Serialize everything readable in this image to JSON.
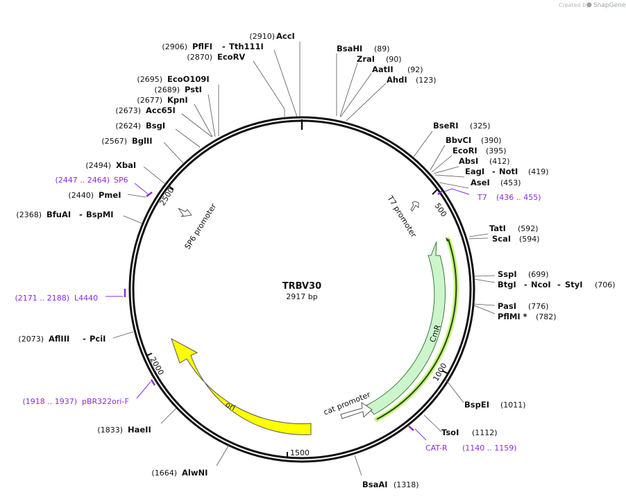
{
  "watermark": {
    "prefix": "Created by",
    "brand": "SnapGene"
  },
  "plasmid": {
    "name": "TRBV30",
    "length_label": "2917 bp"
  },
  "ticks": [
    "500",
    "1000",
    "1500",
    "2000",
    "2500"
  ],
  "features": {
    "t7_promoter": "T7 promoter",
    "sp6_promoter": "SP6 promoter",
    "cmr": "CmR",
    "cat_promoter": "cat promoter",
    "ori": "ori"
  },
  "enzymes_left": [
    {
      "pos": "(2910)",
      "name": "AccI"
    },
    {
      "pos": "(2906)",
      "name": "PflFI",
      "name2": "Tth111I"
    },
    {
      "pos": "(2870)",
      "name": "EcoRV"
    },
    {
      "pos": "(2695)",
      "name": "EcoO109I"
    },
    {
      "pos": "(2689)",
      "name": "PstI"
    },
    {
      "pos": "(2677)",
      "name": "KpnI"
    },
    {
      "pos": "(2673)",
      "name": "Acc65I"
    },
    {
      "pos": "(2624)",
      "name": "BsgI"
    },
    {
      "pos": "(2567)",
      "name": "BglII"
    },
    {
      "pos": "(2494)",
      "name": "XbaI"
    },
    {
      "pos": "(2440)",
      "name": "PmeI"
    },
    {
      "pos": "(2368)",
      "name": "BfuAI",
      "name2": "BspMI"
    },
    {
      "pos": "(2073)",
      "name": "AflIII",
      "name2": "PciI"
    },
    {
      "pos": "(1833)",
      "name": "HaeII"
    },
    {
      "pos": "(1664)",
      "name": "AlwNI"
    }
  ],
  "enzymes_right": [
    {
      "name": "BsaHI",
      "pos": "(89)"
    },
    {
      "name": "ZraI",
      "pos": "(90)"
    },
    {
      "name": "AatII",
      "pos": "(92)"
    },
    {
      "name": "AhdI",
      "pos": "(123)"
    },
    {
      "name": "BseRI",
      "pos": "(325)"
    },
    {
      "name": "BbvCI",
      "pos": "(390)"
    },
    {
      "name": "EcoRI",
      "pos": "(395)"
    },
    {
      "name": "AbsI",
      "pos": "(412)"
    },
    {
      "name": "EagI",
      "name2": "NotI",
      "pos": "(419)"
    },
    {
      "name": "AseI",
      "pos": "(453)"
    },
    {
      "name": "TatI",
      "pos": "(592)"
    },
    {
      "name": "ScaI",
      "pos": "(594)"
    },
    {
      "name": "SspI",
      "pos": "(699)"
    },
    {
      "name": "BtgI",
      "name2": "NcoI",
      "name3": "StyI",
      "pos": "(706)"
    },
    {
      "name": "PasI",
      "pos": "(776)"
    },
    {
      "name": "PflMI *",
      "pos": "(782)"
    },
    {
      "name": "BspEI",
      "pos": "(1011)"
    },
    {
      "name": "TsoI",
      "pos": "(1112)"
    },
    {
      "name": "BsaAI",
      "pos": "(1318)"
    }
  ],
  "primers": {
    "t7": {
      "name": "T7",
      "range": "(436 .. 455)"
    },
    "sp6": {
      "name": "SP6",
      "range": "(2447 .. 2464)"
    },
    "l4440": {
      "name": "L4440",
      "range": "(2171 .. 2188)"
    },
    "pbr": {
      "name": "pBR322ori-F",
      "range": "(1918 .. 1937)"
    },
    "catr": {
      "name": "CAT-R",
      "range": "(1140 .. 1159)"
    }
  },
  "colors": {
    "backbone": "#111111",
    "cmr_fill": "#ccf5cc",
    "cmr_stroke": "#3a7a3a",
    "ori_fill": "#ffff00",
    "primer": "#8a2be2",
    "primer_bind": "#1a4d0f",
    "primer_glow": "#c8f07a"
  }
}
